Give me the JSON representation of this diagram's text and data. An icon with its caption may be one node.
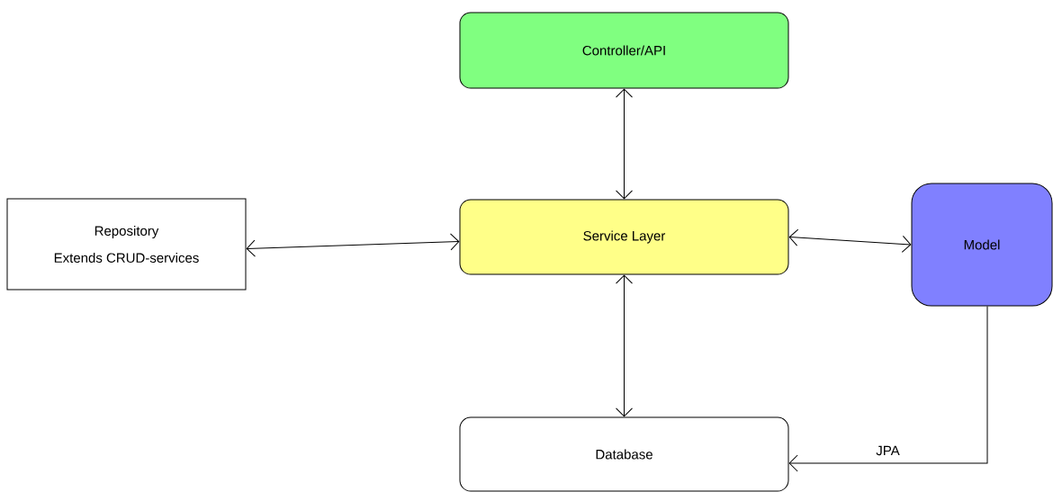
{
  "diagram": {
    "nodes": [
      {
        "text": [
          "Controller/API"
        ]
      },
      {
        "text": [
          "Repository",
          "Extends CRUD-services"
        ]
      },
      {
        "text": [
          "Service Layer"
        ]
      },
      {
        "text": [
          "Model"
        ]
      },
      {
        "text": [
          "Database"
        ]
      }
    ],
    "edges": [
      {
        "from": 0,
        "to": 2,
        "arrow": "both"
      },
      {
        "from": 1,
        "to": 2,
        "arrow": "both"
      },
      {
        "from": 2,
        "to": 3,
        "arrow": "both"
      },
      {
        "from": 2,
        "to": 4,
        "arrow": "both"
      },
      {
        "from": 3,
        "to": 4,
        "arrow": "to",
        "label": "JPA"
      }
    ]
  }
}
